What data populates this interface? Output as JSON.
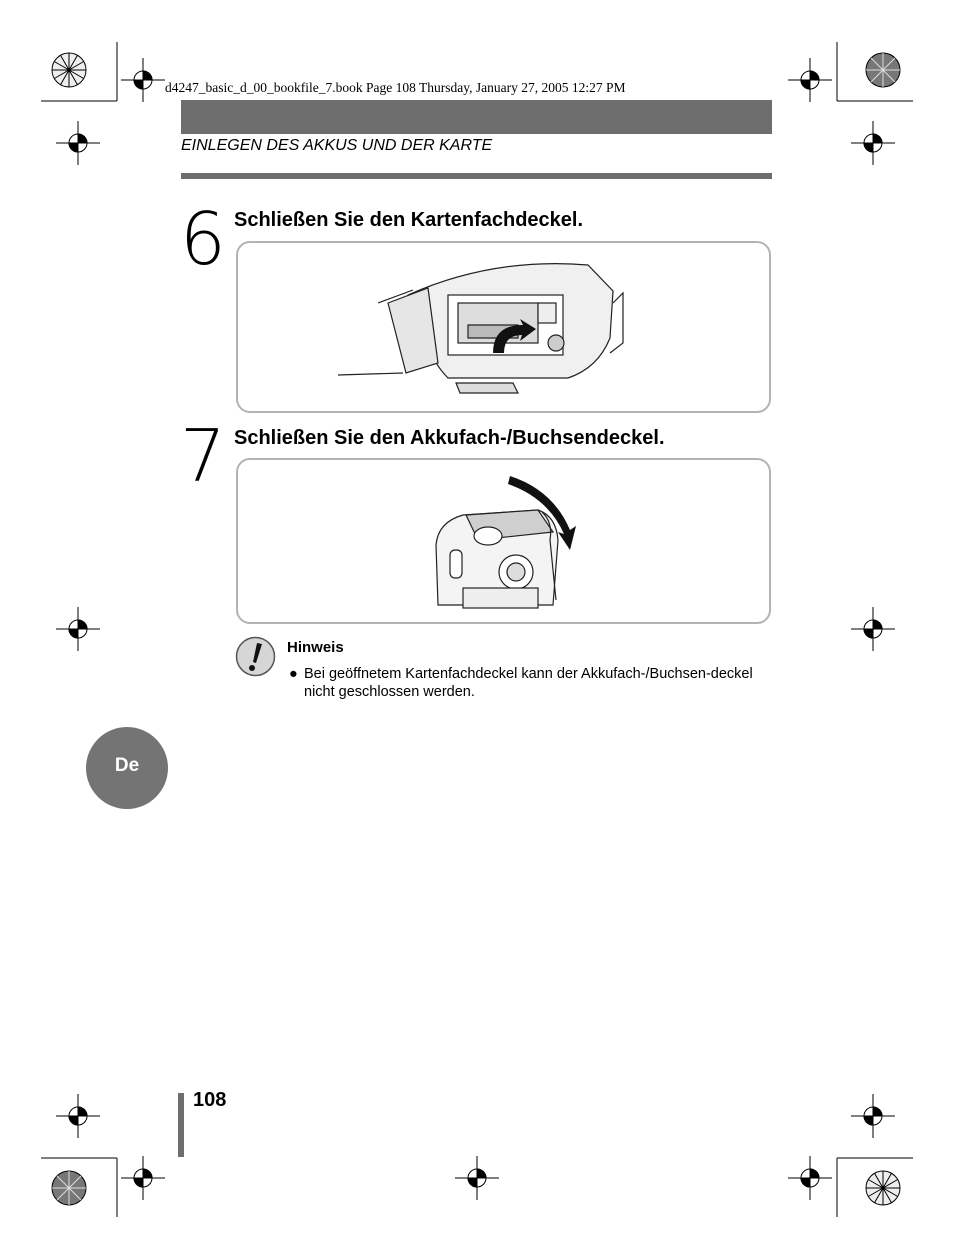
{
  "header": {
    "file_info": "d4247_basic_d_00_bookfile_7.book  Page 108  Thursday, January 27, 2005  12:27 PM",
    "section_title": "EINLEGEN DES AKKUS UND DER KARTE"
  },
  "steps": [
    {
      "number": "6",
      "title": "Schließen Sie den Kartenfachdeckel."
    },
    {
      "number": "7",
      "title": "Schließen Sie den Akkufach-/Buchsendeckel."
    }
  ],
  "note": {
    "title": "Hinweis",
    "bullet": "●",
    "text": "Bei geöffnetem Kartenfachdeckel kann der Akkufach-/Buchsen-deckel nicht geschlossen werden.",
    "icon": "exclamation-icon"
  },
  "language_tab": "De",
  "page_number": "108",
  "colors": {
    "bar_gray": "#6e6e6e",
    "panel_border": "#b3b3b3",
    "tab_gray": "#747474"
  }
}
